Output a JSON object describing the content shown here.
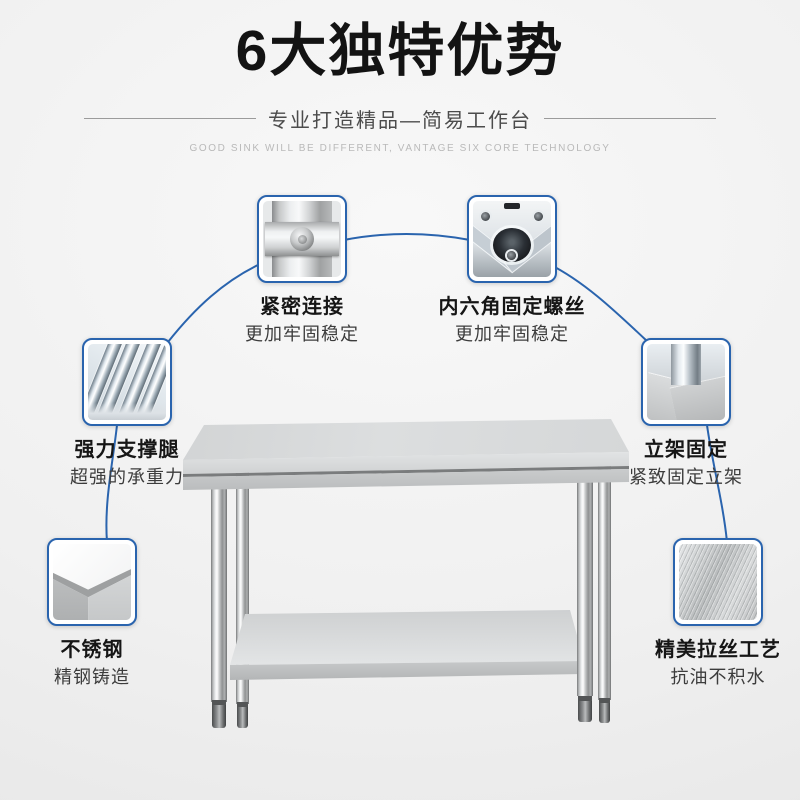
{
  "header": {
    "title": "6大独特优势",
    "subtitle": "专业打造精品—简易工作台",
    "tagline": "GOOD SINK WILL BE DIFFERENT, VANTAGE SIX CORE TECHNOLOGY"
  },
  "features": [
    {
      "title": "紧密连接",
      "desc": "更加牢固稳定",
      "photo": "pipe-joint-photo"
    },
    {
      "title": "内六角固定螺丝",
      "desc": "更加牢固稳定",
      "photo": "hex-socket-screw-photo"
    },
    {
      "title": "强力支撑腿",
      "desc": "超强的承重力",
      "photo": "steel-tube-legs-photo"
    },
    {
      "title": "立架固定",
      "desc": "紧致固定立架",
      "photo": "leg-bracket-photo"
    },
    {
      "title": "不锈钢",
      "desc": "精钢铸造",
      "photo": "stainless-corner-photo"
    },
    {
      "title": "精美拉丝工艺",
      "desc": "抗油不积水",
      "photo": "brushed-finish-photo"
    }
  ],
  "product": {
    "image": "two-tier-stainless-steel-work-table-photo"
  },
  "colors": {
    "accent_blue": "#2a64ae",
    "title_text": "#131313",
    "desc_text": "#3c3c3c",
    "tagline_text": "#b9b9b9",
    "background": "#f0f0f0"
  }
}
